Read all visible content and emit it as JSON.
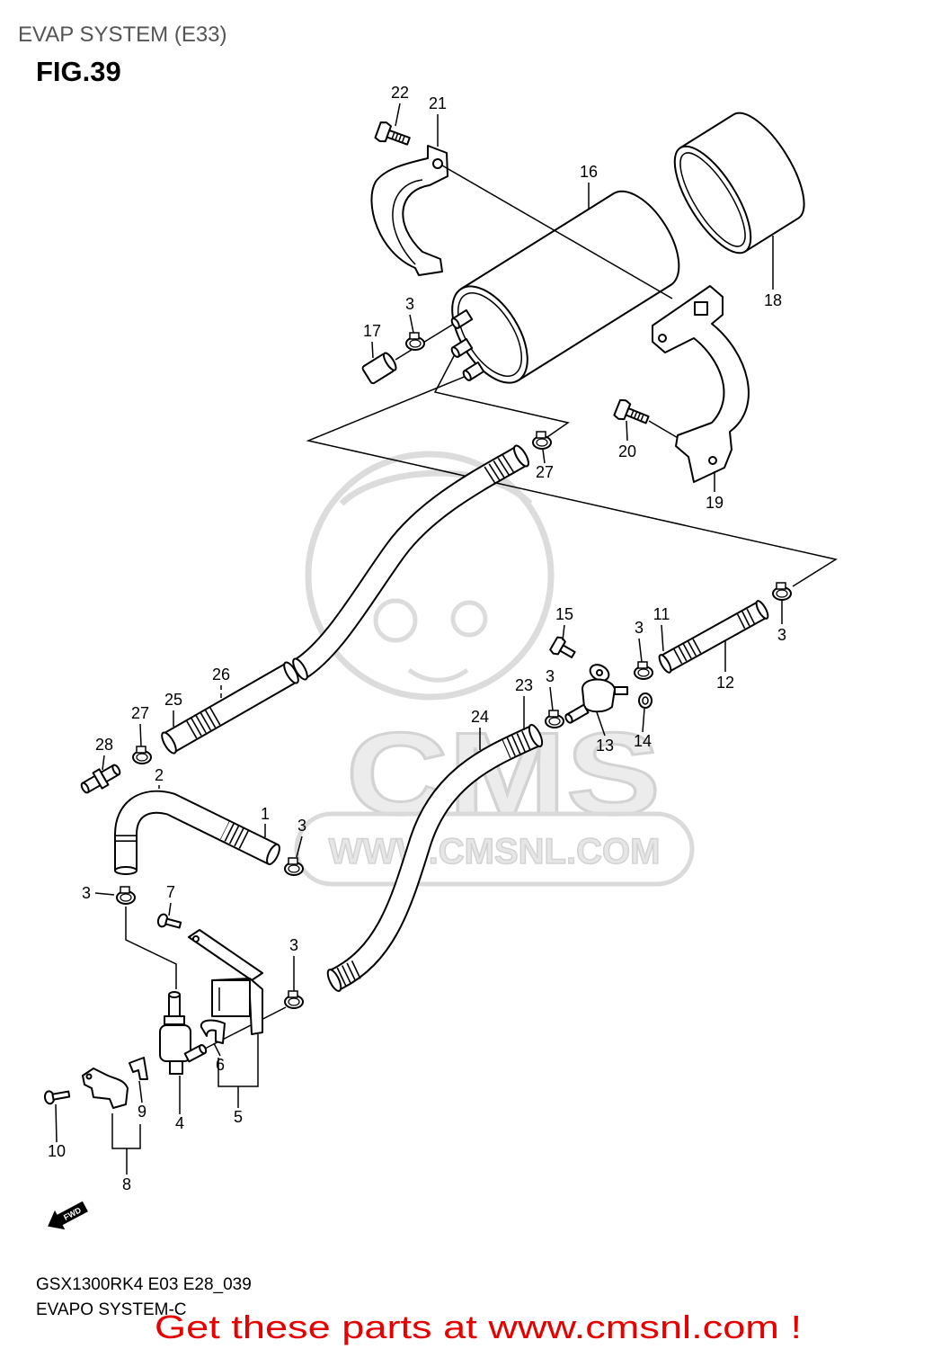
{
  "header": {
    "title": "EVAP SYSTEM (E33)",
    "figure_label": "FIG.39"
  },
  "callouts": [
    "22",
    "21",
    "16",
    "18",
    "3",
    "17",
    "20",
    "27",
    "19",
    "15",
    "3",
    "11",
    "3",
    "12",
    "26",
    "25",
    "27",
    "28",
    "23",
    "3",
    "24",
    "13",
    "14",
    "2",
    "1",
    "3",
    "3",
    "7",
    "3",
    "6",
    "9",
    "4",
    "5",
    "10",
    "8"
  ],
  "footer": {
    "model_code": "GSX1300RK4 E03 E28_039",
    "diagram_name": "EVAPO SYSTEM-C",
    "promo": "Get these parts at www.cmsnl.com !"
  },
  "direction_marker": {
    "label": "FWD",
    "icon": "forward-arrow-icon"
  },
  "watermark": {
    "logo_text": "CMS",
    "url_text": "WWW.CMSNL.COM"
  },
  "colors": {
    "ink": "#000000",
    "title": "#555555",
    "promo": "#e60000",
    "watermark": "#dcdcdc"
  }
}
